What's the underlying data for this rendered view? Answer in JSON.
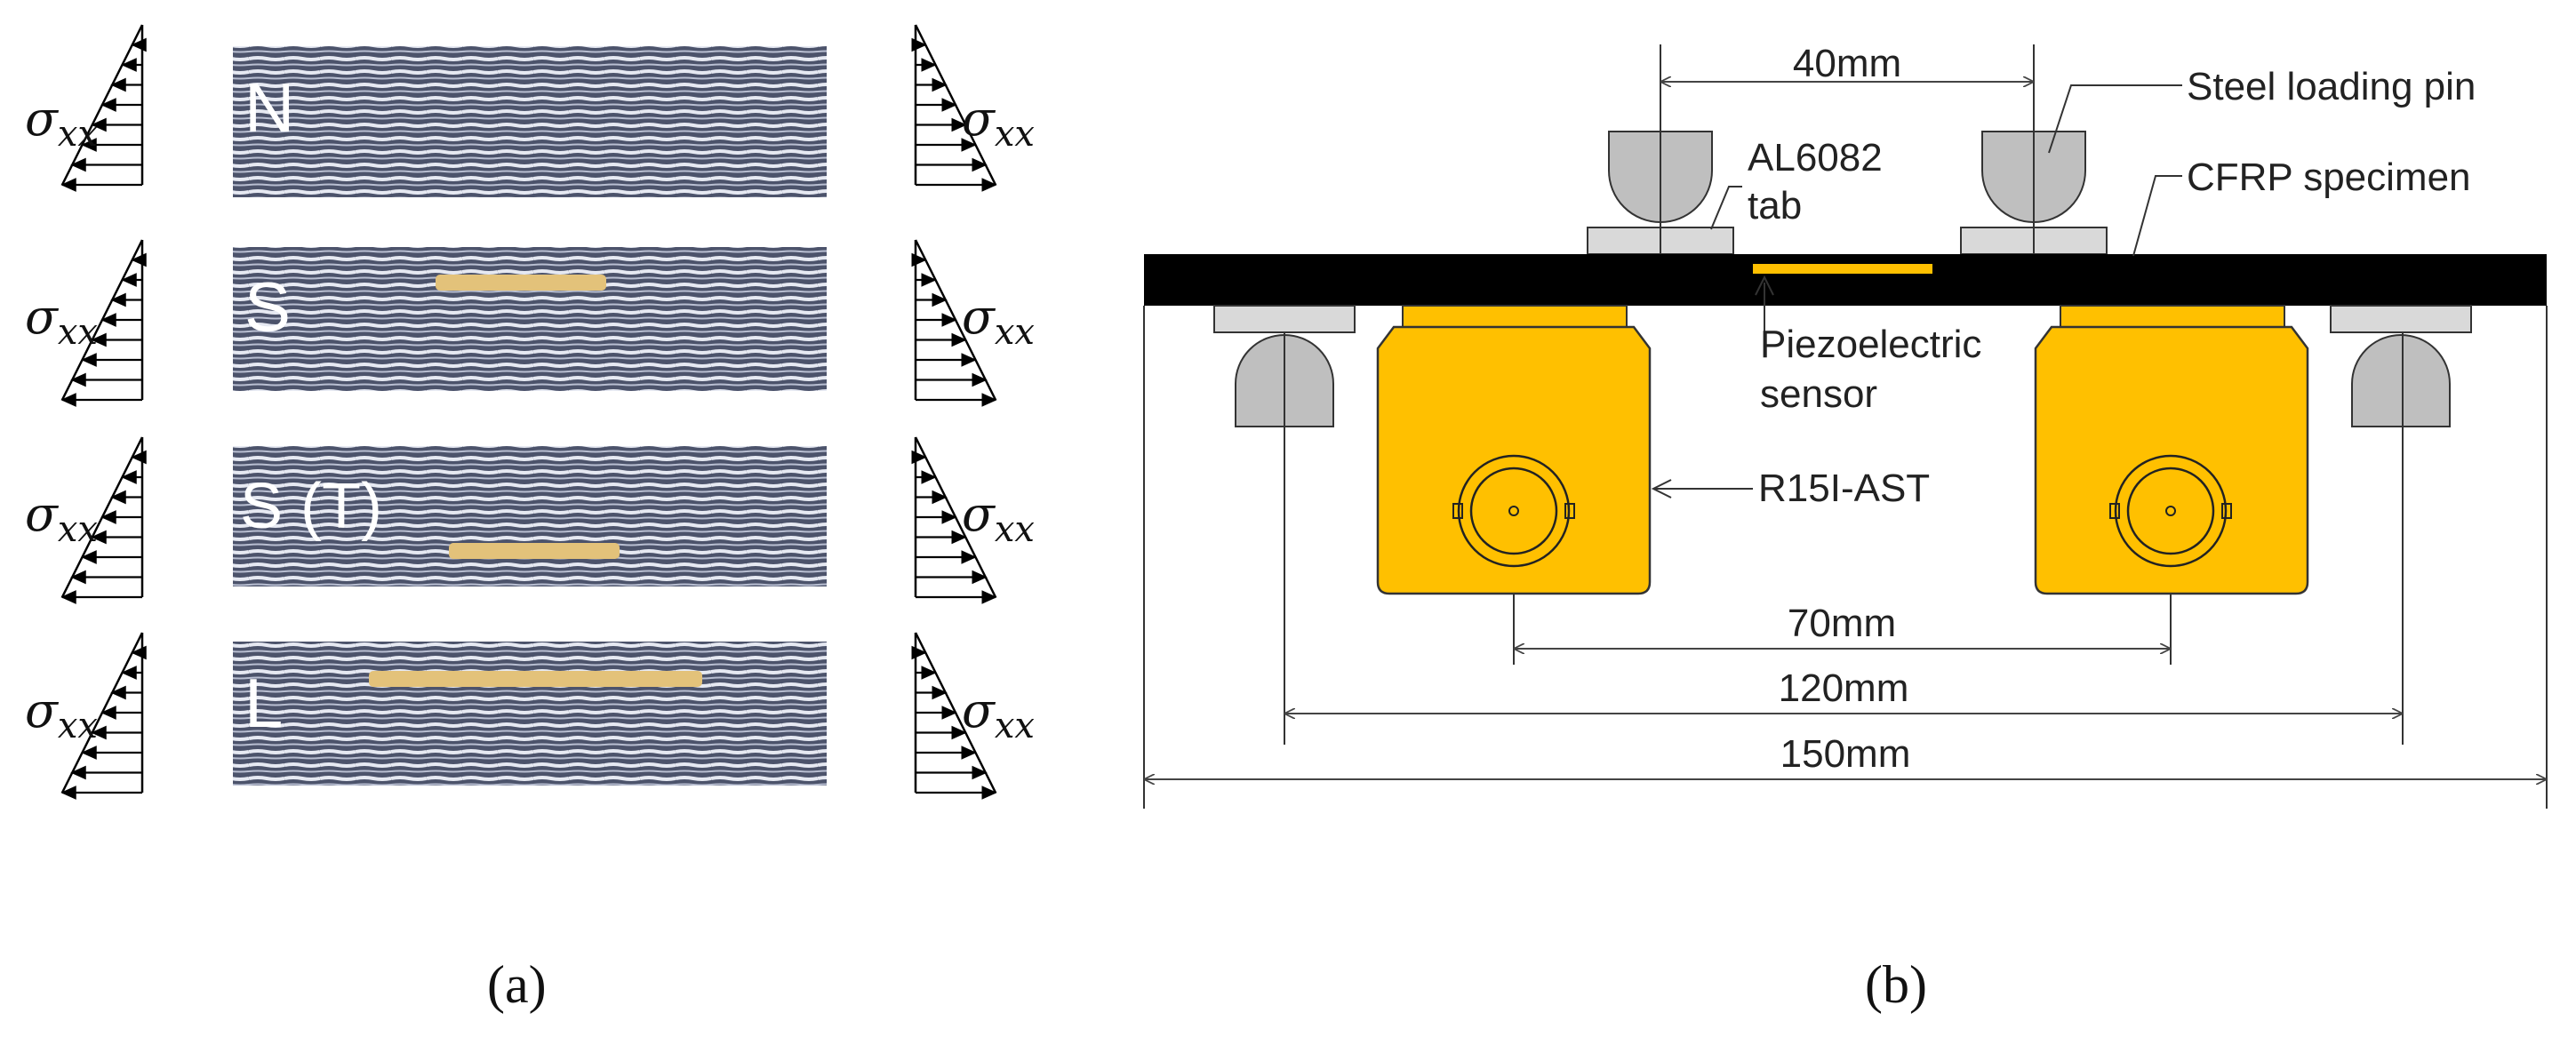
{
  "panel_a": {
    "caption": "(a)",
    "stress_symbol": "σ",
    "stress_subscript": "xx",
    "specimens": [
      {
        "label": "N",
        "sensor": false
      },
      {
        "label": "S",
        "sensor": true
      },
      {
        "label": "S (T)",
        "sensor": true
      },
      {
        "label": "L",
        "sensor": true
      }
    ]
  },
  "panel_b": {
    "caption": "(b)",
    "labels": {
      "pin_spacing": "40mm",
      "steel_loading_pin": "Steel loading pin",
      "tab_line1": "AL6082",
      "tab_line2": "tab",
      "cfrp_specimen": "CFRP specimen",
      "piezo_line1": "Piezoelectric",
      "piezo_line2": "sensor",
      "transducer": "R15I-AST",
      "dim_70": "70mm",
      "dim_120": "120mm",
      "dim_150": "150mm"
    },
    "colors": {
      "specimen": "#000000",
      "transducer": "#ffc000",
      "pin": "#bfbfbf",
      "tab": "#d9d9d9"
    }
  }
}
